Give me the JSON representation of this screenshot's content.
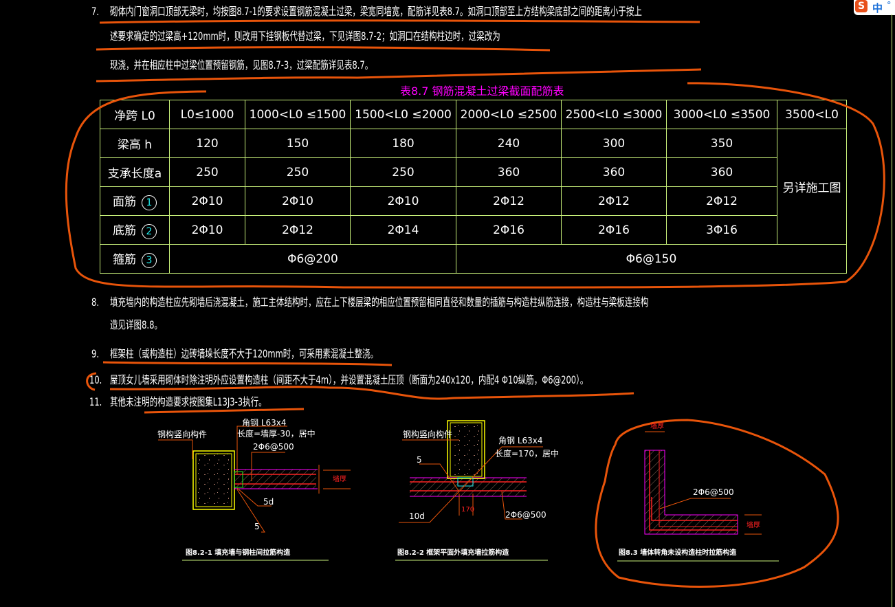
{
  "notes": {
    "n7": {
      "num": "7.",
      "line1": "砌体内门窗洞口顶部无梁时，均按图8.7-1的要求设置钢筋混凝土过梁，梁宽同墙宽，配筋详见表8.7。如洞口顶部至上方结构梁底部之间的距离小于按上",
      "line2": "述要求确定的过梁高+120mm时，则改用下挂钢板代替过梁，下见详图8.7-2；如洞口在结构柱边时，过梁改为",
      "line3": "现浇，并在相应柱中过梁位置预留钢筋，见图8.7-3，过梁配筋详见表8.7。"
    },
    "n8": {
      "num": "8.",
      "line1": "填充墙内的构造柱应先砌墙后浇混凝土，施工主体结构时，应在上下楼层梁的相应位置预留相同直径和数量的插筋与构造柱纵筋连接，构造柱与梁板连接构",
      "line2": "造见详图8.8。"
    },
    "n9": {
      "num": "9.",
      "line1": "框架柱（或构造柱）边砖墙垛长度不大于120mm时，可采用素混凝土整浇。"
    },
    "n10": {
      "num": "10.",
      "line1": "屋顶女儿墙采用砌体时除注明外应设置构造柱（间距不大于4m），并设置混凝土压顶（断面为240x120，内配4 Φ10纵筋，Φ6@200）。"
    },
    "n11": {
      "num": "11.",
      "line1": "其他未注明的构造要求按图集L13J3-3执行。"
    }
  },
  "table": {
    "title": "表8.7  钢筋混凝土过梁截面配筋表",
    "header": [
      "净跨 L0",
      "L0≤1000",
      "1000<L0  ≤1500",
      "1500<L0  ≤2000",
      "2000<L0  ≤2500",
      "2500<L0  ≤3000",
      "3000<L0  ≤3500",
      "3500<L0"
    ],
    "rows": [
      {
        "label": "梁高 h",
        "cells": [
          "120",
          "150",
          "180",
          "240",
          "300",
          "350"
        ]
      },
      {
        "label": "支承长度a",
        "cells": [
          "250",
          "250",
          "250",
          "360",
          "360",
          "360"
        ]
      },
      {
        "label": "面筋",
        "mark": "1",
        "cells": [
          "2Φ10",
          "2Φ10",
          "2Φ10",
          "2Φ12",
          "2Φ12",
          "2Φ12"
        ]
      },
      {
        "label": "底筋",
        "mark": "2",
        "cells": [
          "2Φ10",
          "2Φ12",
          "2Φ14",
          "2Φ16",
          "2Φ16",
          "3Φ16"
        ]
      }
    ],
    "stirrup": {
      "label": "箍筋",
      "mark": "3",
      "left": "Φ6@200",
      "right": "Φ6@150"
    },
    "other": "另详施工图"
  },
  "fig1": {
    "member": "钢构竖向构件",
    "angle": "角钢 L63x4",
    "length": "长度=墙厚-30，居中",
    "rebar": "2Φ6@500",
    "weld1": "5d",
    "weld2": "5",
    "dim": "墙厚",
    "caption": "图8.2-1  填充墙与钢柱间拉筋构造"
  },
  "fig2": {
    "member": "钢构竖向构件",
    "angle": "角钢 L63x4",
    "length": "长度=170，居中",
    "weld1": "5",
    "weld2": "10d",
    "dim": "170",
    "rebar": "2Φ6@500",
    "caption": "图8.2-2  框架平面外填充墙拉筋构造"
  },
  "fig3": {
    "dim_top": "墙厚",
    "rebar": "2Φ6@500",
    "dim_right": "墙厚",
    "caption": "图8.3  墙体转角未设构造柱时拉筋构造"
  },
  "ime": {
    "logo": "S",
    "mode": "中",
    "dot": "°"
  },
  "colors": {
    "grid": "#c8f07a",
    "annotation": "#e8540a",
    "magenta": "#ff00ff",
    "rebar": "#ff2020"
  }
}
